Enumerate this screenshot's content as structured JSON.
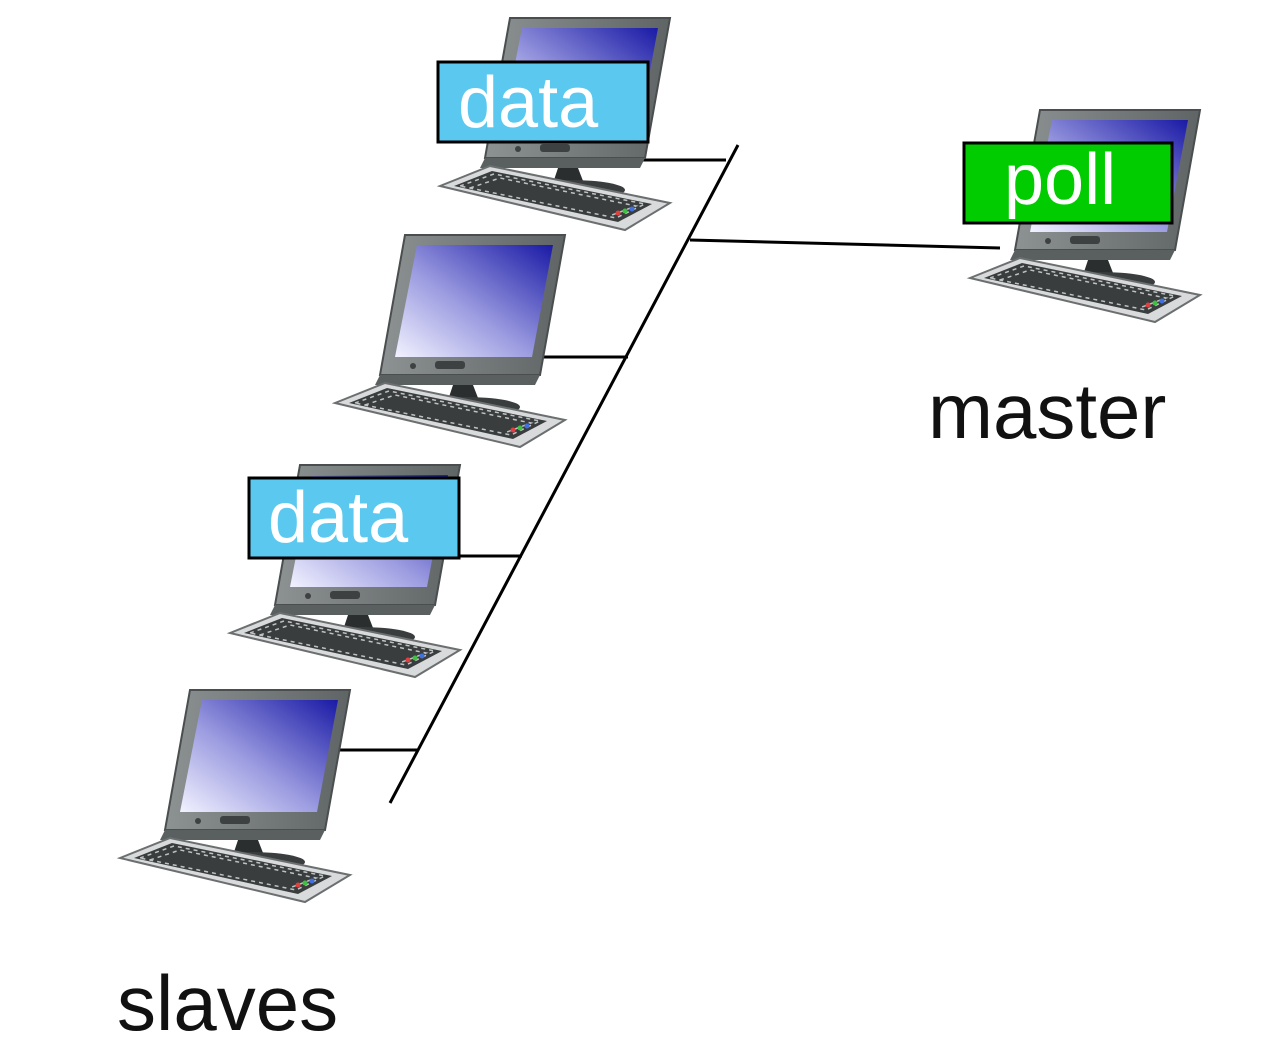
{
  "diagram": {
    "labels": {
      "slaves": "slaves",
      "master": "master"
    },
    "messages": {
      "data_top": "data",
      "data_lower": "data",
      "poll": "poll"
    },
    "colors": {
      "data_box": "#5bc8ef",
      "poll_box": "#00cc00",
      "screen_dark": "#1a1aa6",
      "screen_light": "#f2f2ff",
      "monitor_body": "#7a7f80",
      "link": "#000000"
    },
    "icons": [
      "computer-icon"
    ]
  }
}
